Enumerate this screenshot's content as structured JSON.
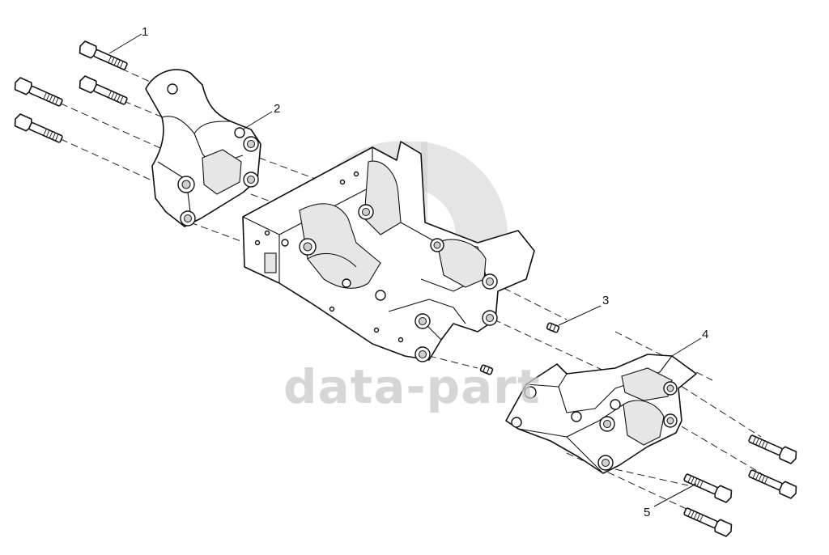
{
  "callouts": [
    {
      "id": "1",
      "label": "1"
    },
    {
      "id": "2",
      "label": "2"
    },
    {
      "id": "3",
      "label": "3"
    },
    {
      "id": "4",
      "label": "4"
    },
    {
      "id": "5",
      "label": "5"
    }
  ],
  "watermark": {
    "text": "data-part",
    "color": "#c8c8c8"
  },
  "colors": {
    "line": "#111111",
    "background": "#ffffff"
  }
}
